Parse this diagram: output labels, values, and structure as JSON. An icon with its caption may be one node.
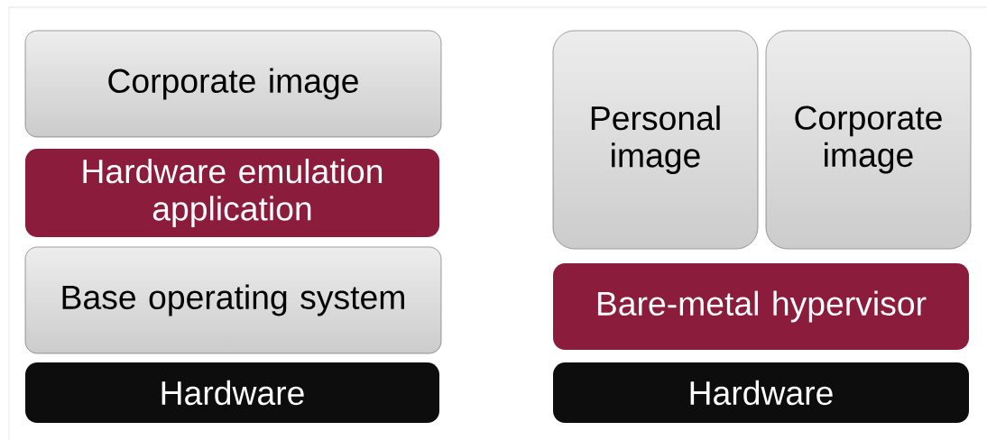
{
  "diagram": {
    "nodes": [
      {
        "text": [
          "Corporate image"
        ]
      },
      {
        "text": [
          "Hardware emulation application"
        ]
      },
      {
        "text": [
          "Base operating system"
        ]
      },
      {
        "text": [
          "Hardware"
        ]
      },
      {
        "text": [
          "Personal image"
        ]
      },
      {
        "text": [
          "Corporate image"
        ]
      },
      {
        "text": [
          "Bare-metal hypervisor"
        ]
      },
      {
        "text": [
          "Hardware"
        ]
      }
    ]
  }
}
